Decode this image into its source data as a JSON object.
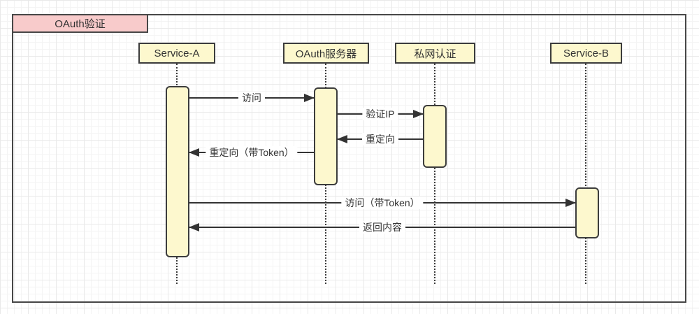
{
  "diagram": {
    "type": "sequence",
    "title": "OAuth验证",
    "participants": [
      {
        "id": "service-a",
        "label": "Service-A"
      },
      {
        "id": "oauth-server",
        "label": "OAuth服务器"
      },
      {
        "id": "private-auth",
        "label": "私网认证"
      },
      {
        "id": "service-b",
        "label": "Service-B"
      }
    ],
    "messages": [
      {
        "label": "访问",
        "from": "Service-A",
        "to": "OAuth服务器",
        "direction": "right"
      },
      {
        "label": "验证IP",
        "from": "OAuth服务器",
        "to": "私网认证",
        "direction": "right"
      },
      {
        "label": "重定向",
        "from": "私网认证",
        "to": "OAuth服务器",
        "direction": "left"
      },
      {
        "label": "重定向（带Token）",
        "from": "OAuth服务器",
        "to": "Service-A",
        "direction": "left"
      },
      {
        "label": "访问（带Token）",
        "from": "Service-A",
        "to": "Service-B",
        "direction": "right"
      },
      {
        "label": "返回内容",
        "from": "Service-B",
        "to": "Service-A",
        "direction": "left"
      }
    ],
    "colors": {
      "participant_fill": "#FDF8CE",
      "activation_fill": "#FDF8CE",
      "title_fill": "#F8CBCB",
      "shape_border": "#3C3C3C",
      "frame_border": "#474747",
      "message_line": "#333333",
      "text": "#333333",
      "grid_minor": "#F4F4F4",
      "grid_major": "#E9E9E9",
      "canvas_background": "#FFFFFF"
    }
  }
}
